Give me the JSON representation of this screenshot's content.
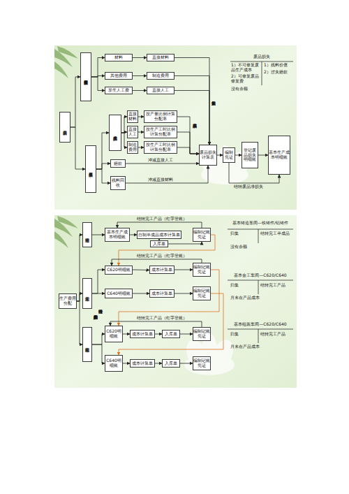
{
  "diagram": {
    "nodes": [
      {
        "text": [
          "废品损失"
        ]
      },
      {
        "text": [
          "可修复废品修复费"
        ]
      },
      {
        "text": [
          "材料"
        ]
      },
      {
        "text": [
          "直接材料"
        ]
      },
      {
        "text": [
          "其他费用"
        ]
      },
      {
        "text": [
          "制造费用"
        ]
      },
      {
        "text": [
          "发生人工费"
        ]
      },
      {
        "text": [
          "直接人工"
        ]
      },
      {
        "text": [
          "不可修复废品"
        ]
      },
      {
        "text": [
          "废品生产成本"
        ]
      },
      {
        "text": [
          "直接材料"
        ]
      },
      {
        "text": [
          "按产量比例计算分配率"
        ]
      },
      {
        "text": [
          "直接人工"
        ]
      },
      {
        "text": [
          "按生产工时比例计算分配率"
        ]
      },
      {
        "text": [
          "制造费用"
        ]
      },
      {
        "text": [
          "按生产工时比例计算分配率"
        ]
      },
      {
        "text": [
          "赔款"
        ]
      },
      {
        "text": [
          "残料回收"
        ]
      },
      {
        "text": [
          "废品损失计算表"
        ]
      },
      {
        "text": [
          "编制凭证"
        ]
      },
      {
        "text": [
          "登记废品损失明细账"
        ]
      },
      {
        "text": [
          "基本生产成本明细账"
        ]
      },
      {
        "text": [
          "生产费用分配"
        ]
      },
      {
        "text": [
          "铸造车间"
        ]
      },
      {
        "text": [
          "金工车间"
        ]
      },
      {
        "text": [
          "组装车间"
        ]
      },
      {
        "text": [
          "基本生产成本明细账"
        ]
      },
      {
        "text": [
          "自制半成品成本计算单"
        ]
      },
      {
        "text": [
          "入库单"
        ]
      },
      {
        "text": [
          "编制记账凭证"
        ]
      },
      {
        "text": [
          "C620明细账"
        ]
      },
      {
        "text": [
          "成本计算单"
        ]
      },
      {
        "text": [
          "编制记账凭证"
        ]
      },
      {
        "text": [
          "C640明细账"
        ]
      },
      {
        "text": [
          "成本计算单"
        ]
      },
      {
        "text": [
          "编制记账凭证"
        ]
      },
      {
        "text": [
          "C620明细账"
        ]
      },
      {
        "text": [
          "成本计算单"
        ]
      },
      {
        "text": [
          "入库单"
        ]
      },
      {
        "text": [
          "编制记账凭证"
        ]
      },
      {
        "text": [
          "C640明细账"
        ]
      },
      {
        "text": [
          "成本计算单"
        ]
      },
      {
        "text": [
          "入库单"
        ]
      },
      {
        "text": [
          "编制记账凭证"
        ]
      }
    ],
    "edges": [
      {
        "from": 0,
        "to": 1,
        "arrow": "to"
      },
      {
        "from": 0,
        "to": 8,
        "arrow": "to"
      },
      {
        "from": 1,
        "to": 2,
        "arrow": "to"
      },
      {
        "from": 1,
        "to": 4,
        "arrow": "to"
      },
      {
        "from": 1,
        "to": 6,
        "arrow": "to"
      },
      {
        "from": 2,
        "to": 3,
        "arrow": "to"
      },
      {
        "from": 4,
        "to": 5,
        "arrow": "to"
      },
      {
        "from": 6,
        "to": 7,
        "arrow": "to"
      },
      {
        "from": 3,
        "to": 18,
        "arrow": "to",
        "label": "归集修复损失"
      },
      {
        "from": 5,
        "to": 18,
        "arrow": "to"
      },
      {
        "from": 7,
        "to": 18,
        "arrow": "to"
      },
      {
        "from": 8,
        "to": 9,
        "arrow": "to"
      },
      {
        "from": 8,
        "to": 16,
        "arrow": "to"
      },
      {
        "from": 8,
        "to": 17,
        "arrow": "to"
      },
      {
        "from": 9,
        "to": 10,
        "arrow": "to"
      },
      {
        "from": 9,
        "to": 12,
        "arrow": "to"
      },
      {
        "from": 9,
        "to": 14,
        "arrow": "to"
      },
      {
        "from": 10,
        "to": 11,
        "arrow": "to"
      },
      {
        "from": 12,
        "to": 13,
        "arrow": "to"
      },
      {
        "from": 14,
        "to": 15,
        "arrow": "to"
      },
      {
        "from": 11,
        "to": 18,
        "arrow": "to",
        "label": "归集废品成本"
      },
      {
        "from": 13,
        "to": 18,
        "arrow": "to"
      },
      {
        "from": 15,
        "to": 18,
        "arrow": "to"
      },
      {
        "from": 16,
        "to": 18,
        "arrow": "to",
        "label": "冲减直接人工"
      },
      {
        "from": 17,
        "to": 18,
        "arrow": "to",
        "label": "冲减直接材料"
      },
      {
        "from": 18,
        "to": 19,
        "arrow": "to"
      },
      {
        "from": 19,
        "to": 20,
        "arrow": "to"
      },
      {
        "from": 20,
        "to": 21,
        "arrow": "to"
      },
      {
        "from": 19,
        "to": 21,
        "arrow": "to",
        "label": "结转废品净损失"
      },
      {
        "from": 22,
        "to": 23,
        "arrow": "to"
      },
      {
        "from": 22,
        "to": 24,
        "arrow": "to"
      },
      {
        "from": 22,
        "to": 25,
        "arrow": "to"
      },
      {
        "from": 23,
        "to": 26,
        "arrow": "to"
      },
      {
        "from": 26,
        "to": 27,
        "arrow": "to"
      },
      {
        "from": 27,
        "to": 28,
        "arrow": "to"
      },
      {
        "from": 28,
        "to": 29,
        "arrow": "to"
      },
      {
        "from": 29,
        "to": 26,
        "arrow": "to",
        "label": "结转完工产品（红字登账）"
      },
      {
        "from": 29,
        "to": 30,
        "arrow": "to"
      },
      {
        "from": 24,
        "to": 30,
        "arrow": "to"
      },
      {
        "from": 24,
        "to": 33,
        "arrow": "to"
      },
      {
        "from": 30,
        "to": 31,
        "arrow": "to"
      },
      {
        "from": 31,
        "to": 32,
        "arrow": "to"
      },
      {
        "from": 32,
        "to": 30,
        "arrow": "to",
        "label": "结转完工产品（红字登账）"
      },
      {
        "from": 32,
        "to": 36,
        "arrow": "to"
      },
      {
        "from": 33,
        "to": 34,
        "arrow": "to"
      },
      {
        "from": 34,
        "to": 35,
        "arrow": "to"
      },
      {
        "from": 35,
        "to": 40,
        "arrow": "to"
      },
      {
        "from": 25,
        "to": 36,
        "arrow": "to"
      },
      {
        "from": 25,
        "to": 40,
        "arrow": "to"
      },
      {
        "from": 36,
        "to": 37,
        "arrow": "to"
      },
      {
        "from": 37,
        "to": 38,
        "arrow": "to"
      },
      {
        "from": 38,
        "to": 39,
        "arrow": "to"
      },
      {
        "from": 39,
        "to": 36,
        "arrow": "to",
        "label": "结转完工产品（红字登账）"
      },
      {
        "from": 40,
        "to": 41,
        "arrow": "to"
      },
      {
        "from": 41,
        "to": 42,
        "arrow": "to"
      },
      {
        "from": 42,
        "to": 43,
        "arrow": "to"
      }
    ],
    "labels": [
      "废品损失",
      "1）不可修复废品生产成本",
      "2）可修复废品修复费",
      "1）残料价值",
      "2）过失赔款",
      "没有余额",
      "基本铸造车间—铁铸件/铝铸件",
      "归集",
      "结转完工半成品",
      "没有余额",
      "基本金工车间—C620/C640",
      "归集",
      "结转完工产品",
      "月末在产品成本",
      "基本组装车间—C620/C640",
      "归集",
      "结转完工产品",
      "月末在产品成本",
      "转入金工车间的生产产品",
      "分项逐步结转"
    ]
  }
}
